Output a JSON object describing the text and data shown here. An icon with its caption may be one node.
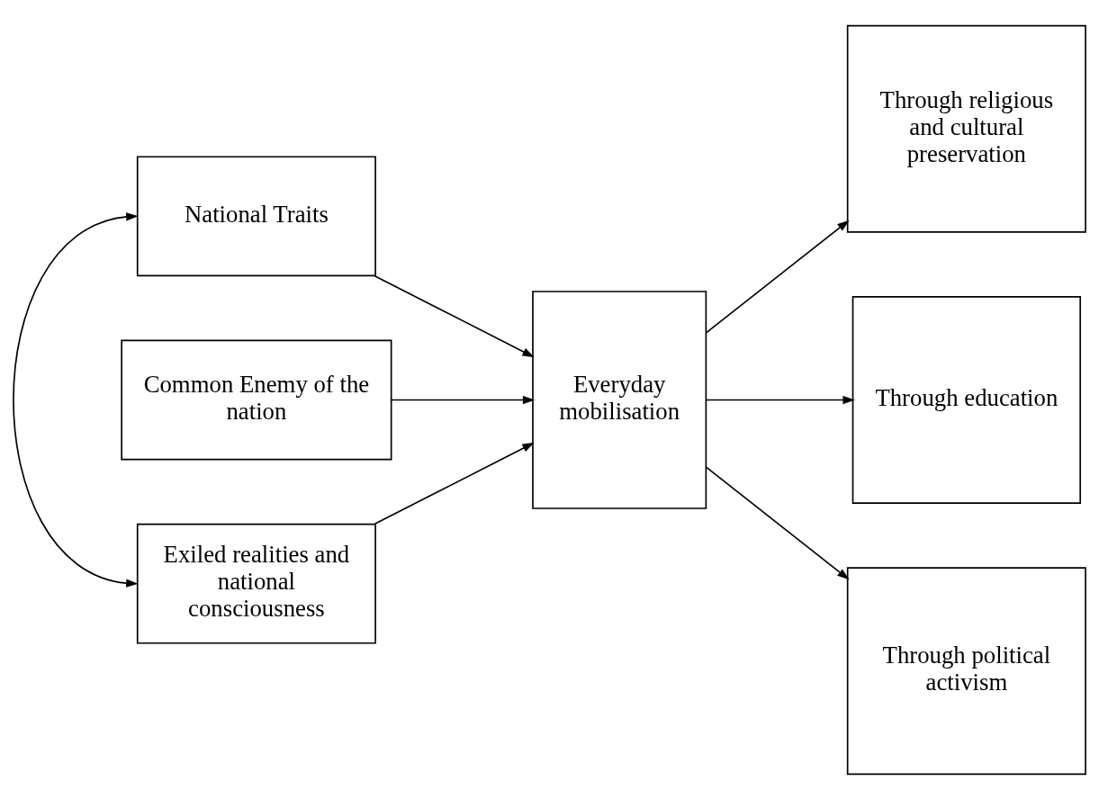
{
  "diagram": {
    "nodes": [
      {
        "text": [
          "National Traits"
        ]
      },
      {
        "text": [
          "Common Enemy of the nation"
        ]
      },
      {
        "text": [
          "Exiled realities and national consciousness"
        ]
      },
      {
        "text": [
          "Everyday mobilisation"
        ]
      },
      {
        "text": [
          "Through religious and cultural preservation"
        ]
      },
      {
        "text": [
          "Through education"
        ]
      },
      {
        "text": [
          "Through political activism"
        ]
      }
    ],
    "edges": [
      {
        "from": 0,
        "to": 2,
        "arrow": "both"
      },
      {
        "from": 0,
        "to": 3,
        "arrow": "to"
      },
      {
        "from": 1,
        "to": 3,
        "arrow": "to"
      },
      {
        "from": 2,
        "to": 3,
        "arrow": "to"
      },
      {
        "from": 3,
        "to": 4,
        "arrow": "to"
      },
      {
        "from": 3,
        "to": 5,
        "arrow": "to"
      },
      {
        "from": 3,
        "to": 6,
        "arrow": "to"
      }
    ]
  }
}
